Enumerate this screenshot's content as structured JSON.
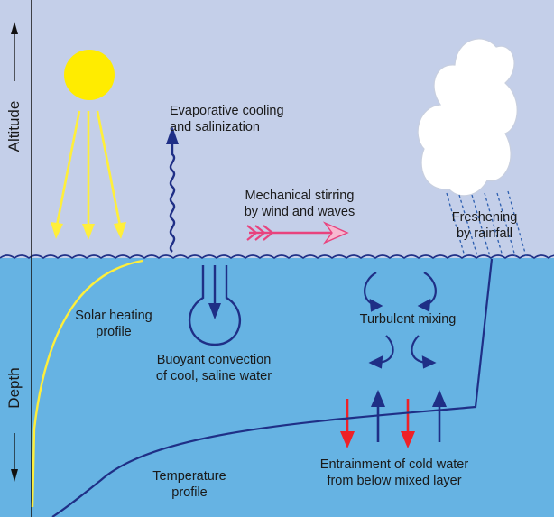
{
  "axes": {
    "altitude": "Altitude",
    "depth": "Depth"
  },
  "labels": {
    "evaporative": [
      "Evaporative cooling",
      "and salinization"
    ],
    "mechanical": [
      "Mechanical stirring",
      "by wind and waves"
    ],
    "freshening": [
      "Freshening",
      "by rainfall"
    ],
    "solar": [
      "Solar heating",
      "profile"
    ],
    "buoyant": [
      "Buoyant convection",
      "of cool, saline water"
    ],
    "turbulent": "Turbulent mixing",
    "entrainment": [
      "Entrainment of cold water",
      "from below mixed layer"
    ],
    "temperature": [
      "Temperature",
      "profile"
    ]
  },
  "colors": {
    "sky": "#c4cfe9",
    "ocean": "#66b3e3",
    "sun": "#ffec00",
    "sun_rays": "#ffef3a",
    "navy": "#1f2f86",
    "pink": "#e8437e",
    "red": "#ee2127",
    "cloud": "#ffffff"
  }
}
